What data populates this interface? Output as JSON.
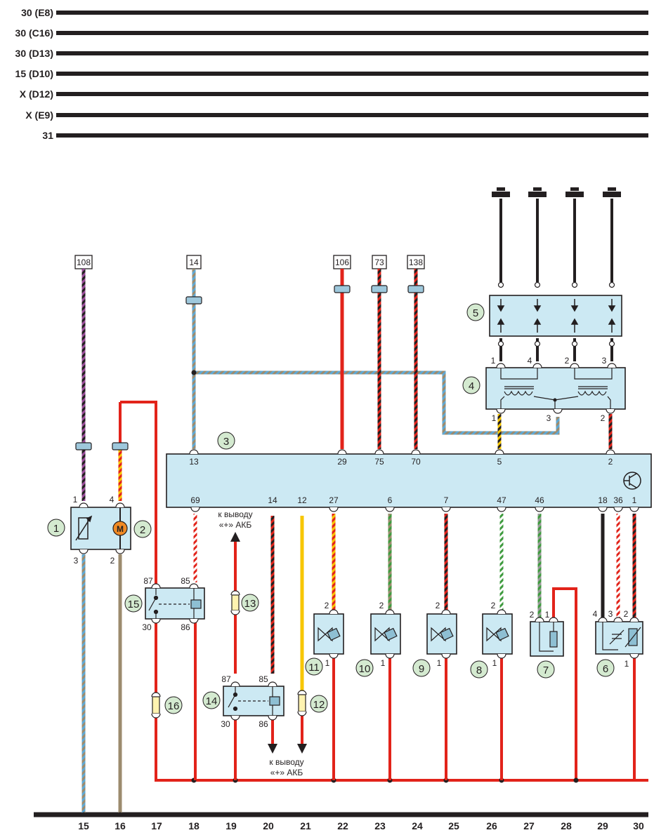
{
  "buses": [
    {
      "label": "30 (E8)"
    },
    {
      "label": "30 (C16)"
    },
    {
      "label": "30 (D13)"
    },
    {
      "label": "15 (D10)"
    },
    {
      "label": "X (D12)"
    },
    {
      "label": "X (E9)"
    },
    {
      "label": "31"
    }
  ],
  "connector_tags": [
    "108",
    "14",
    "106",
    "73",
    "138"
  ],
  "ecu": {
    "number": "3",
    "top_pins": [
      "13",
      "29",
      "75",
      "70",
      "5",
      "2"
    ],
    "bottom_pins": [
      "69",
      "14",
      "12",
      "27",
      "6",
      "7",
      "47",
      "46",
      "18",
      "36",
      "1"
    ]
  },
  "components": {
    "n1": "1",
    "n2": "2",
    "n4": "4",
    "n5": "5",
    "n6": "6",
    "n7": "7",
    "n8": "8",
    "n9": "9",
    "n10": "10",
    "n11": "11",
    "n12": "12",
    "n13": "13",
    "n14": "14",
    "n15": "15",
    "n16": "16",
    "motor_letter": "M"
  },
  "pins": {
    "p1": "1",
    "p2": "2",
    "p3": "3",
    "p4": "4",
    "r87": "87",
    "r85": "85",
    "r30": "30",
    "r86": "86"
  },
  "notes": {
    "battery_up_1": "к выводу",
    "battery_up_2": "«+» АКБ",
    "battery_down_1": "к выводу",
    "battery_down_2": "«+» АКБ"
  },
  "columns": [
    "15",
    "16",
    "17",
    "18",
    "19",
    "20",
    "21",
    "22",
    "23",
    "24",
    "25",
    "26",
    "27",
    "28",
    "29",
    "30"
  ],
  "colors": {
    "ink": "#231f20",
    "red": "#e2231a",
    "block_fill": "#cce9f3",
    "callout_fill": "#d4ead0",
    "yellow": "#f7c600",
    "brown": "#9c8b6e",
    "blue": "#5fa8d3",
    "purple": "#9b4d9b",
    "green": "#3f9b3f",
    "white": "#ffffff",
    "orange": "#f08a24",
    "gray": "#9a9a9a"
  }
}
